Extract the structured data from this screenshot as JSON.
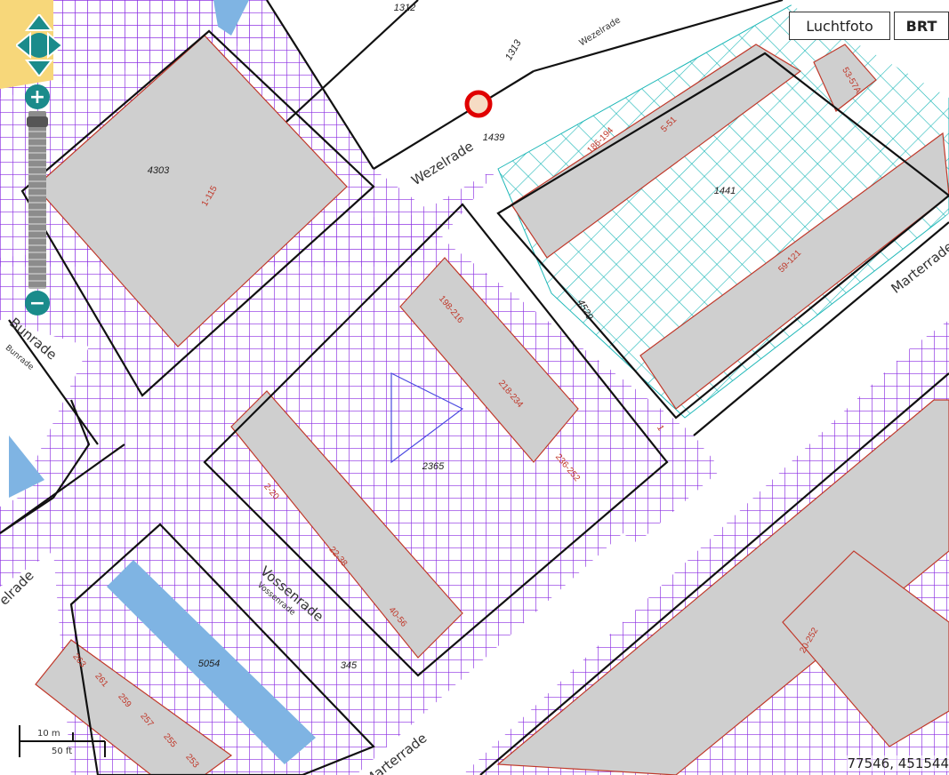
{
  "layers": {
    "aerial_label": "Luchtfoto",
    "brt_label": "BRT",
    "active": "BRT"
  },
  "streets": {
    "wezelrade_1": "Wezelrade",
    "wezelrade_2": "Wezelrade",
    "marterrade": "Marterrade",
    "marterrade_bottom": "Marterrade",
    "vossenrade": "Vossenrade",
    "vossenrade_small": "Vossenrade",
    "elrade_left": "elrade",
    "bunrade_left": "Bunrade",
    "bunrade_small": "Bunrade"
  },
  "parcels": [
    "1312",
    "1313",
    "1439",
    "4303",
    "1441",
    "4529",
    "2365",
    "5054",
    "345"
  ],
  "house_numbers": [
    "1-115",
    "186-194",
    "5-51",
    "53-57A",
    "59-121",
    "198-216",
    "218-234",
    "236-252",
    "2-20",
    "22-38",
    "40-56",
    "263",
    "261",
    "259",
    "257",
    "255",
    "253",
    "1",
    "20-252"
  ],
  "scale": {
    "metric": "10 m",
    "imperial": "50 ft"
  },
  "coordinates": "77546, 451544",
  "colors": {
    "purple_grid": "#8a2be2",
    "cyan_grid": "#1fb8b8",
    "building": "#cfcfcf",
    "water": "#7fb4e3",
    "road_fill": "#ffffff",
    "marker": "#e00000"
  }
}
